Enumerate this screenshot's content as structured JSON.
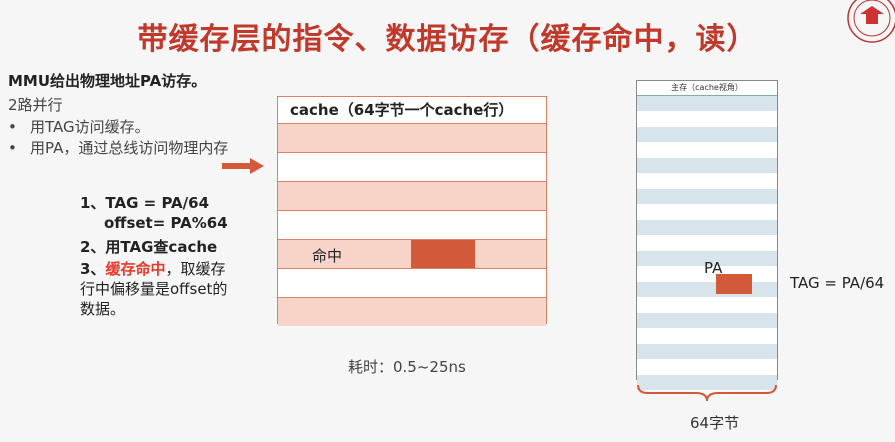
{
  "title": "带缓存层的指令、数据访存（缓存命中，读）",
  "intro": {
    "mmu": "MMU给出物理地址PA访存。",
    "parallel": "2路并行",
    "bullets": [
      "用TAG访问缓存。",
      "用PA，通过总线访问物理内存"
    ]
  },
  "steps": {
    "s1": "1、TAG = PA/64",
    "s1b": "offset= PA%64",
    "s2": "2、用TAG查cache",
    "s3_prefix": "3、",
    "s3_red": "缓存命中",
    "s3_rest": "，取缓存",
    "s3_line2": "行中偏移量是offset的",
    "s3_line3": "数据。"
  },
  "cache": {
    "header": "cache（64字节一个cache行）",
    "hit_label": "命中"
  },
  "timing": "耗时：0.5~25ns",
  "memory": {
    "header": "主存（cache视角）",
    "pa_label": "PA",
    "tag_eq": "TAG = PA/64",
    "bytes_label": "64字节"
  },
  "colors": {
    "title": "#c0392b",
    "highlight": "#d3593b",
    "cache_shade": "#f7d3c8",
    "mem_shade": "#d7e4ec"
  },
  "icons": {
    "logo": "tongji-university-logo",
    "arrow": "right-arrow-icon"
  }
}
